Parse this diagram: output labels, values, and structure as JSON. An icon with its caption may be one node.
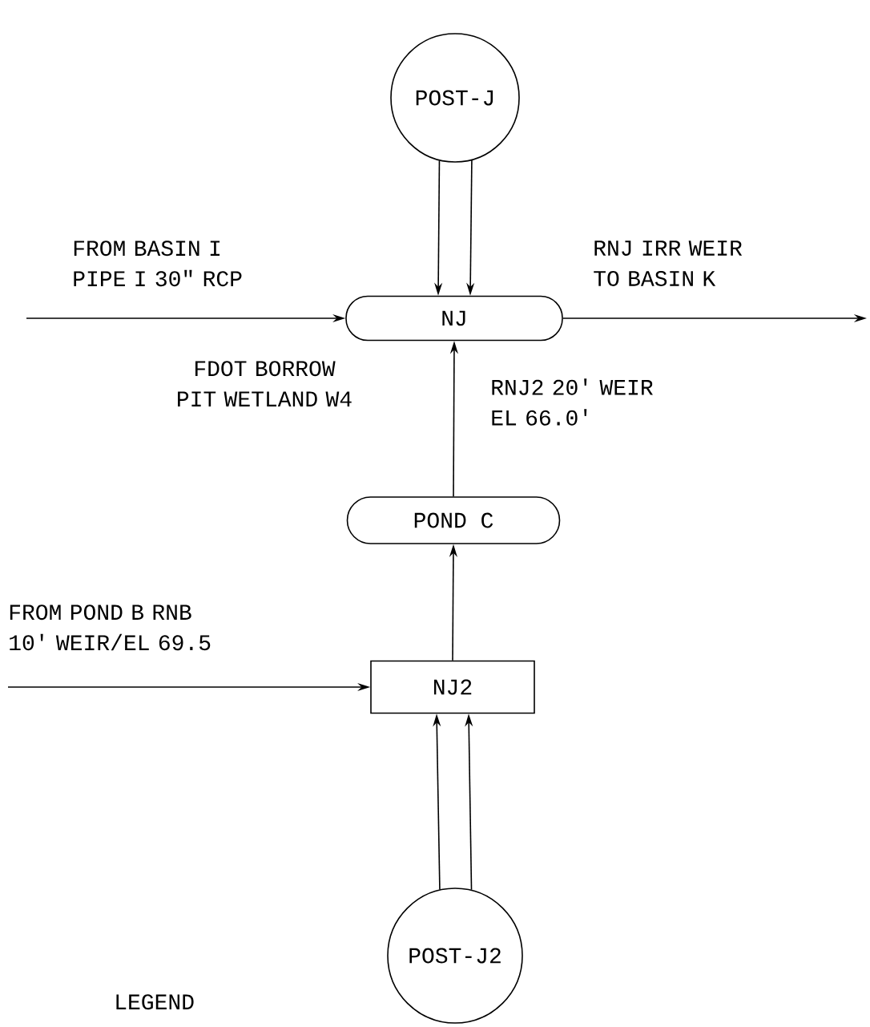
{
  "diagram": {
    "nodes": [
      {
        "text": [
          "POST-J"
        ]
      },
      {
        "text": [
          "NJ"
        ],
        "beside": [
          "FDOT BORROW PIT WETLAND W4"
        ]
      },
      {
        "text": [
          "POND C"
        ]
      },
      {
        "text": [
          "NJ2"
        ]
      },
      {
        "text": [
          "POST-J2"
        ]
      }
    ],
    "edges": [
      {
        "from": 0,
        "to": 1,
        "arrow": "to"
      },
      {
        "from": 0,
        "to": 1,
        "arrow": "to"
      },
      {
        "from": null,
        "to": 1,
        "arrow": "to",
        "label": "FROM BASIN I PIPE I 30\" RCP"
      },
      {
        "from": 1,
        "to": null,
        "arrow": "to",
        "label": "RNJ IRR WEIR TO BASIN K"
      },
      {
        "from": 2,
        "to": 1,
        "arrow": "to",
        "label": "RNJ2 20' WEIR EL 66.0'"
      },
      {
        "from": 3,
        "to": 2,
        "arrow": "to"
      },
      {
        "from": null,
        "to": 3,
        "arrow": "to",
        "label": "FROM POND B RNB 10' WEIR/EL 69.5"
      },
      {
        "from": 4,
        "to": 3,
        "arrow": "to"
      },
      {
        "from": 4,
        "to": 3,
        "arrow": "to"
      }
    ],
    "labels": [
      "LEGEND"
    ]
  }
}
